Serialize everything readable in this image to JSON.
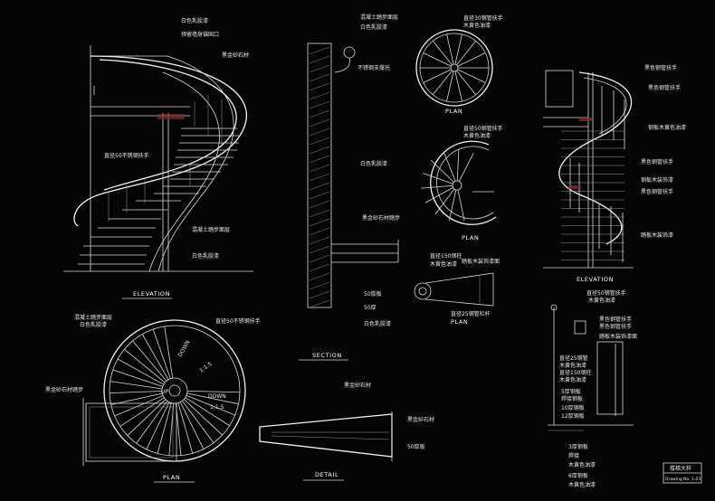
{
  "drawing": {
    "views": {
      "elevation_left": "ELEVATION",
      "plan_left": "PLAN",
      "section": "SECTION",
      "detail": "DETAIL",
      "plan_top": "PLAN",
      "plan_mid": "PLAN",
      "plan_small": "PLAN",
      "elevation_right": "ELEVATION"
    },
    "elevation_labels": [
      "白色乳胶漆",
      "预留墙身锚固口",
      "黑金砂石材",
      "直径50不锈钢扶手",
      "混凝土踏步面层",
      "白色乳胶漆"
    ],
    "plan_labels": [
      "混凝土踏步面层",
      "白色乳胶漆",
      "直径50不锈钢扶手",
      "黑金砂石材踏步"
    ],
    "plan_stair_marks": [
      "DOWN",
      "1:1.5",
      "DOWN",
      "UP",
      "1:1.5"
    ],
    "section_labels": [
      "混凝土踏步面层",
      "白色乳胶漆",
      "不锈钢支撑托",
      "白色乳胶漆",
      "黑金砂石材踏步",
      "50厚板",
      "50厚",
      "白色乳胶漆"
    ],
    "detail_labels": [
      "黑金砂石材",
      "黑金砂石材",
      "50厚板"
    ],
    "mid_labels": [
      "直径30钢管扶手",
      "木黄色油漆",
      "直径50钢管扶手",
      "木黄色油漆",
      "直径150钢柱",
      "木黄色油漆",
      "踏板木装饰漆面",
      "直径25钢管栏杆"
    ],
    "right_labels": [
      "黑色钢管扶手",
      "黑色钢管扶手",
      "钢板木黄色油漆",
      "黑色钢管扶手",
      "钢板木装饰漆",
      "黑色钢管扶手",
      "踏板木装饰漆"
    ],
    "detail_right_labels": [
      "直径50钢管扶手",
      "木黄色油漆",
      "黑色钢管扶手",
      "黑色钢管扶手",
      "踏板木装饰漆面",
      "直径25钢管",
      "木黄色油漆",
      "直径150钢柱",
      "木黄色油漆",
      "5厚钢板",
      "焊接钢板",
      "10厚钢板",
      "12厚钢板",
      "3厚钢板",
      "焊接",
      "木黄色油漆",
      "6厚钢板",
      "木黄色油漆"
    ],
    "titleblock": {
      "title": "楼梯大样",
      "code": "Drawing No. 1-03"
    }
  },
  "colors": {
    "background": "#050505",
    "line": "#d8d8d8",
    "text": "#e8e8e8"
  }
}
